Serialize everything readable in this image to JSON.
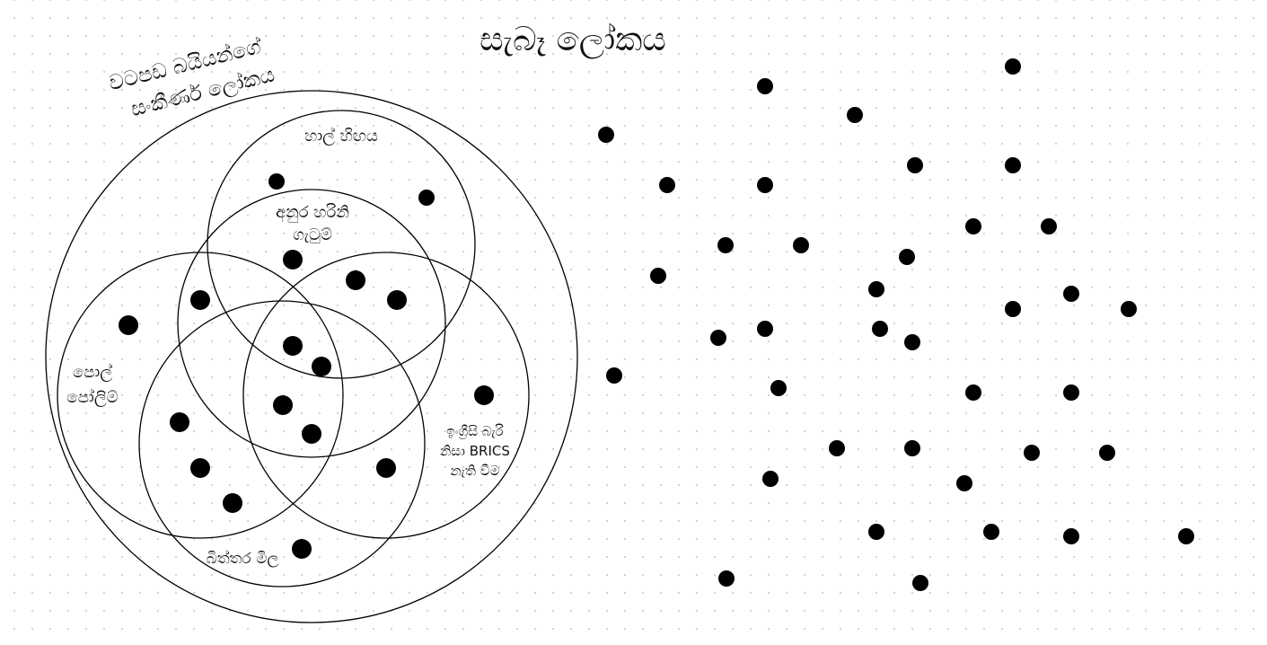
{
  "title": "සැබෑ ලෝකය",
  "outer_world": {
    "label_lines": [
      "වටපඩ බයියන්ගේ",
      "සංකීර්ණ ලෝකය"
    ]
  },
  "circles": [
    {
      "id": "hal-higaya",
      "lines": [
        "හාල් හිඟය"
      ]
    },
    {
      "id": "anura-harini",
      "lines": [
        "අනුර හරිනි",
        "ගැටුම්"
      ]
    },
    {
      "id": "pol-polimi",
      "lines": [
        "පොල්",
        "පෝලිම්"
      ]
    },
    {
      "id": "brics",
      "lines": [
        "ඉංග්‍රීසි බැරි",
        "නිසා BRICS",
        "නැති වීම"
      ]
    },
    {
      "id": "biththara-mila",
      "lines": [
        "බිත්තර මිල"
      ]
    }
  ]
}
